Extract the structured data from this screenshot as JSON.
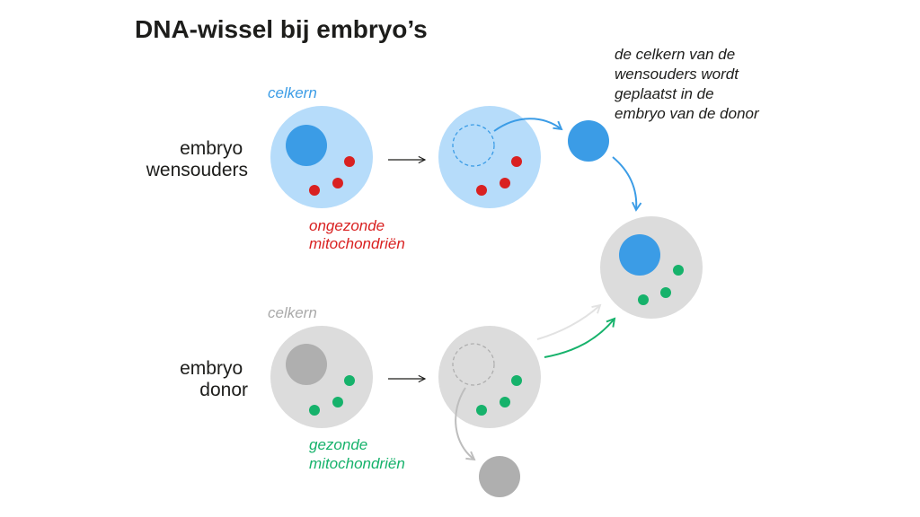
{
  "title": "DNA-wissel bij embryo’s",
  "rows": {
    "top": {
      "label_line1": "embryo",
      "label_line2": "wensouders",
      "nucleus_label": "celkern"
    },
    "bottom": {
      "label_line1": "embryo",
      "label_line2": "donor",
      "nucleus_label": "celkern"
    }
  },
  "annotations": {
    "unhealthy_line1": "ongezonde",
    "unhealthy_line2": "mitochondriën",
    "healthy_line1": "gezonde",
    "healthy_line2": "mitochondriën",
    "transfer_line1": "de celkern van de",
    "transfer_line2": "wensouders wordt",
    "transfer_line3": "geplaatst in de",
    "transfer_line4": "embryo van de donor"
  },
  "colors": {
    "parent_cell": "#b6dcfa",
    "parent_nucleus": "#3b9ce6",
    "unhealthy_mito": "#d92121",
    "donor_cell": "#dcdcdc",
    "donor_nucleus": "#afafaf",
    "healthy_mito": "#16b26b",
    "arrow_blue": "#3b9ce6",
    "arrow_green": "#16b26b",
    "arrow_gray": "#bdbdbd"
  }
}
